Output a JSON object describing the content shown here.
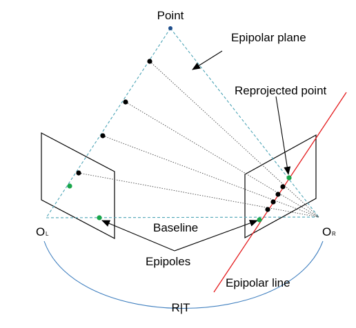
{
  "labels": {
    "point": "Point",
    "epipolar_plane": "Epipolar plane",
    "reprojected_point": "Reprojected point",
    "baseline": "Baseline",
    "epipoles": "Epipoles",
    "epipolar_line": "Epipolar line",
    "rt": "R|T",
    "ol_main": "O",
    "ol_sub": "L",
    "or_main": "O",
    "or_sub": "R"
  },
  "colors": {
    "plane_edge": "#4aa3b5",
    "ray": "#444444",
    "dot": "#000000",
    "epipole": "#19a64a",
    "point": "#1f4e8c",
    "epipolar_line": "#e41a1c",
    "arc": "#3f7fbf",
    "image_plane": "#000000"
  }
}
